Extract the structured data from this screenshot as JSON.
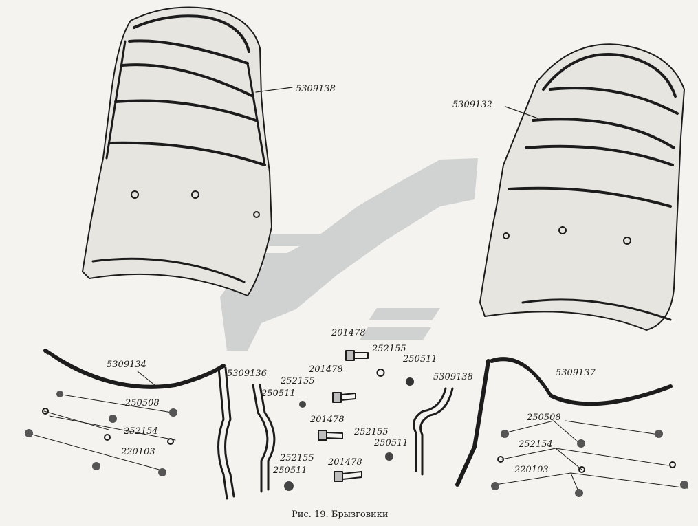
{
  "caption": "Рис. 19. Брызговики",
  "labels": {
    "fender_left": "5309138",
    "fender_right": "5309132",
    "strap_left": "5309134",
    "bracket_left": "5309136",
    "bracket_right": "5309138",
    "strap_right": "5309137",
    "bolt_top": "201478",
    "washer_top": "252155",
    "nut_top": "250511",
    "bolt_a": "201478",
    "washer_a": "252155",
    "nut_a": "250511",
    "bolt_b": "201478",
    "washer_b": "252155",
    "nut_b": "250511",
    "bolt_c": "201478",
    "washer_c": "252155",
    "nut_c": "250511",
    "nut_left": "250508",
    "lockwasher_left": "252154",
    "screw_left": "220103",
    "nut_right": "250508",
    "lockwasher_right": "252154",
    "screw_right": "220103"
  },
  "colors": {
    "ink": "#1c1c1c",
    "paper": "#f4f3ef",
    "watermark": "#c4c8c8"
  },
  "watermark_icon": "stylized-logo-icon"
}
